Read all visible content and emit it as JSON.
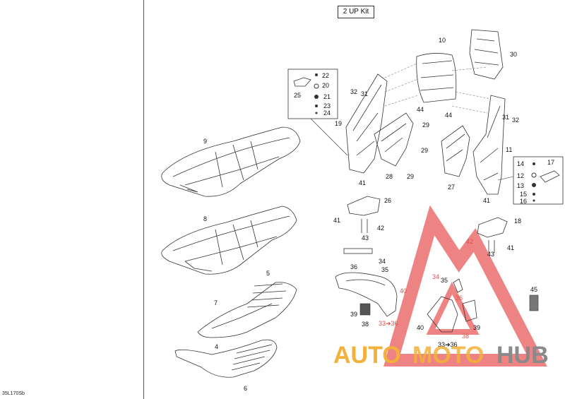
{
  "header": {
    "kit_label": "2 UP Kit"
  },
  "footer": {
    "doc_ref": "35L170Sb"
  },
  "callouts": {
    "c10": "10",
    "c30": "30",
    "c22": "22",
    "c20": "20",
    "c25": "25",
    "c21": "21",
    "c23": "23",
    "c24": "24",
    "c32a": "32",
    "c31a": "31",
    "c19": "19",
    "c44a": "44",
    "c44b": "44",
    "c29a": "29",
    "c29b": "29",
    "c29c": "29",
    "c31b": "31",
    "c32b": "32",
    "c11": "11",
    "c28": "28",
    "c27": "27",
    "c9": "9",
    "c14": "14",
    "c17": "17",
    "c12": "12",
    "c13": "13",
    "c15": "15",
    "c16": "16",
    "c41a": "41",
    "c26": "26",
    "c41b": "41",
    "c42a": "42",
    "c43a": "43",
    "c41c": "41",
    "c18": "18",
    "c8": "8",
    "c42b": "42",
    "c43b": "43",
    "c41d": "41",
    "c36a": "36",
    "c34a": "34",
    "c35a": "35",
    "c5": "5",
    "c34b": "34",
    "c35b": "35",
    "c7": "7",
    "c40a": "40",
    "c36b": "36",
    "c45": "45",
    "c39a": "39",
    "c38a": "38",
    "c3336a": "33➔36",
    "c40b": "40",
    "c39b": "39",
    "c38b": "38",
    "c3336b": "33➔36",
    "c4": "4",
    "c6": "6"
  },
  "watermark": {
    "part1": "AUTO",
    "part2": "MOTO",
    "part3": "HUB"
  },
  "colors": {
    "watermark_red": "#e85a5a",
    "watermark_orange": "#f3b13a",
    "watermark_gray": "#8a8a8a",
    "line": "#333333"
  }
}
